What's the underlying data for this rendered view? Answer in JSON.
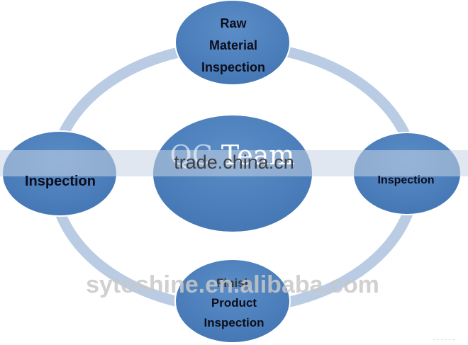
{
  "diagram": {
    "center": {
      "lines": [
        "QC",
        "Team"
      ]
    },
    "nodes": {
      "raw": {
        "lines": [
          "Raw",
          "Material",
          "Inspection"
        ]
      },
      "left": {
        "lines": [
          "Inspection"
        ]
      },
      "right": {
        "lines": [
          "Inspection"
        ]
      },
      "finish": {
        "lines": [
          "Finish",
          "Product",
          "Inspection"
        ]
      }
    }
  },
  "watermarks": {
    "center": "trade.china.cn",
    "bottom": "sytoshine.en.alibaba.com",
    "corner": "· · · · · ·"
  },
  "colors": {
    "node_fill": "#4e81bd",
    "node_stroke": "#ffffff",
    "ring": "#b9cce4",
    "band": "#c7d3e4",
    "label_text": "#0d0d1a",
    "center_text": "#ffffff"
  }
}
